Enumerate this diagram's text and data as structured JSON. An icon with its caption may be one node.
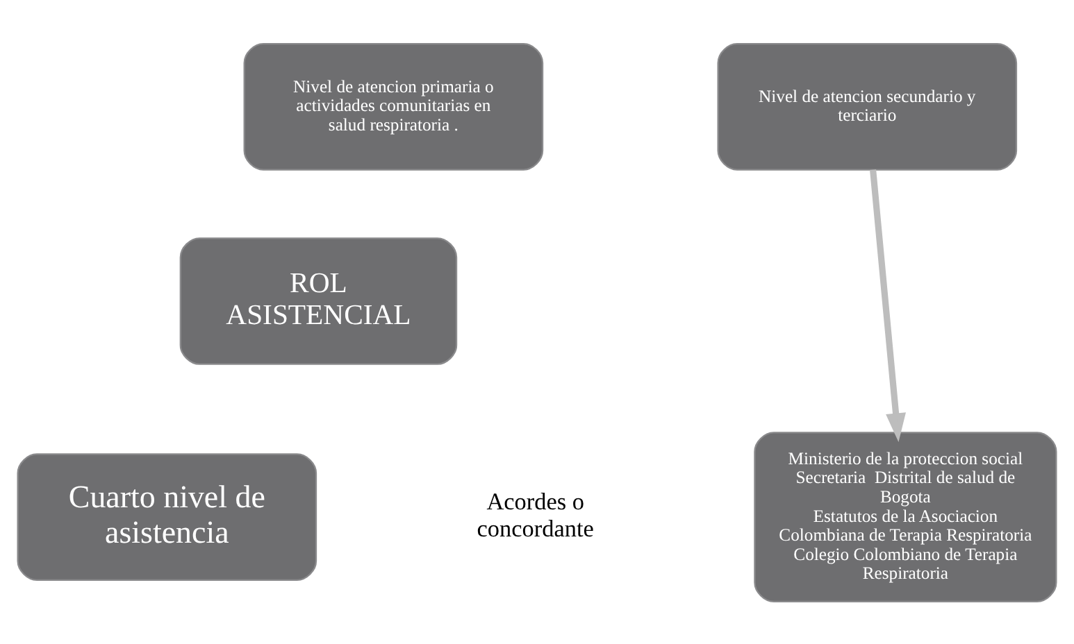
{
  "diagram": {
    "nodes": [
      {
        "text": [
          "Nivel de atencion primaria o actividades comunitarias en salud respiratoria ."
        ]
      },
      {
        "text": [
          "Nivel de atencion secundario y terciario"
        ]
      },
      {
        "text": [
          "ROL ASISTENCIAL"
        ]
      },
      {
        "text": [
          "Cuarto nivel de asistencia"
        ]
      },
      {
        "text": [
          "Ministerio de la proteccion social",
          "Secretaria  Distrital de salud de Bogota",
          "Estatutos de la Asociacion Colombiana de Terapia Respiratoria",
          "Colegio Colombiano de Terapia Respiratoria"
        ]
      }
    ],
    "edges": [
      {
        "from": 1,
        "to": 4,
        "arrow": "to"
      }
    ],
    "labels": [
      "Acordes o concordante"
    ]
  }
}
